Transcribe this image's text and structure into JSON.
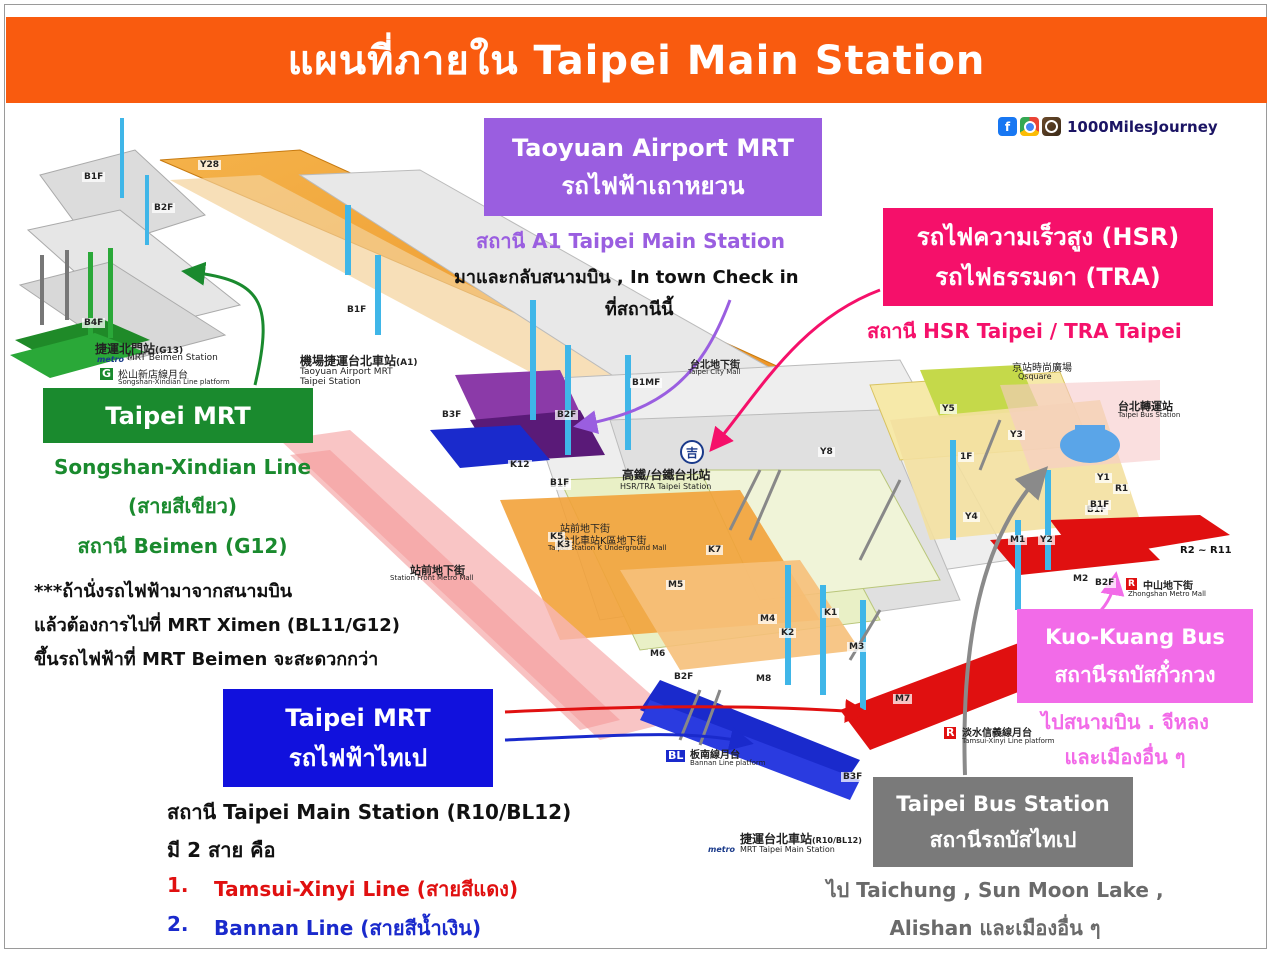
{
  "title": "แผนที่ภายใน Taipei Main Station",
  "brand": {
    "name": "1000MilesJourney",
    "icons": [
      "facebook-icon",
      "chrome-icon",
      "instagram-icon"
    ],
    "watermark": "1000MilesJourney"
  },
  "colors": {
    "title_bg": "#f95b0f",
    "airport_purple": "#9a5ee0",
    "hsr_pink": "#f5106a",
    "mrt_green": "#1a8a2e",
    "mrt_blue": "#1111dd",
    "bus_pink": "#f26be8",
    "bus_gray": "#7a7a7a",
    "red_line": "#e01010",
    "blue_line": "#1a2acc"
  },
  "airport": {
    "label_en": "Taoyuan Airport MRT",
    "label_th": "รถไฟฟ้าเถาหยวน",
    "station": "สถานี A1 Taipei Main Station",
    "note_1": "มาและกลับสนามบิน , In town Check in",
    "note_2": "ที่สถานีนี้"
  },
  "hsr": {
    "label_1": "รถไฟความเร็วสูง (HSR)",
    "label_2": "รถไฟธรรมดา (TRA)",
    "station": "สถานี HSR Taipei / TRA Taipei"
  },
  "green_mrt": {
    "label": "Taipei MRT",
    "line": "Songshan-Xindian Line",
    "line_th": "(สายสีเขียว)",
    "station": "สถานี Beimen (G12)",
    "tip_1": "***ถ้านั่งรถไฟฟ้ามาจากสนามบิน",
    "tip_2": "แล้วต้องการไปที่ MRT Ximen (BL11/G12)",
    "tip_3": "ขึ้นรถไฟฟ้าที่ MRT Beimen จะสะดวกกว่า"
  },
  "blue_mrt": {
    "label_en": "Taipei MRT",
    "label_th": "รถไฟฟ้าไทเป",
    "station": "สถานี Taipei Main Station (R10/BL12)",
    "lines_intro": "มี 2 สาย คือ",
    "line1_num": "1.",
    "line1": "Tamsui-Xinyi Line (สายสีแดง)",
    "line2_num": "2.",
    "line2": "Bannan Line (สายสีน้ำเงิน)"
  },
  "kuokuang": {
    "label_en": "Kuo-Kuang Bus",
    "label_th": "สถานีรถบัสกั๋วกวง",
    "dest_1": "ไปสนามบิน . จีหลง",
    "dest_2": "และเมืองอื่น ๆ"
  },
  "bus_station": {
    "label_en": "Taipei Bus Station",
    "label_th": "สถานีรถบัสไทเป",
    "dest_1": "ไป Taichung , Sun Moon Lake ,",
    "dest_2": "Alishan และเมืองอื่น ๆ"
  },
  "map": {
    "beimen_zh": "捷運北門站",
    "beimen_code": "(G13)",
    "beimen_en": "MRT Beimen Station",
    "songshan_zh": "松山新店線月台",
    "songshan_en": "Songshan-Xindian Line platform",
    "a1_zh": "機場捷運台北車站",
    "a1_code": "(A1)",
    "a1_en": "Taoyuan Airport MRT",
    "a1_en2": "Taipei Station",
    "citymall_zh": "台北地下街",
    "citymall_en": "Taipei City Mall",
    "hsr_zh": "高鐵/台鐵台北站",
    "hsr_en": "HSR/TRA Taipei Station",
    "qsquare_zh": "京站時尚廣場",
    "qsquare_en": "Qsquare",
    "busstn_zh": "台北轉運站",
    "busstn_en": "Taipei Bus Station",
    "kmall_zh": "站前地下街",
    "kmall_zh2": "台北車站K區地下街",
    "kmall_en": "Taipei Station K Underground Mall",
    "frontmall_zh": "站前地下街",
    "frontmall_en": "Station Front Metro Mall",
    "zhongshan_zh": "中山地下街",
    "zhongshan_en": "Zhongshan Metro Mall",
    "tamsui_zh": "淡水信義線月台",
    "tamsui_en": "Tamsui-Xinyi Line platform",
    "bannan_zh": "板南線月台",
    "bannan_en": "Bannan Line platform",
    "r10_zh": "捷運台北車站",
    "r10_code": "(R10/BL12)",
    "r10_en": "MRT Taipei Main Station",
    "metro": "metro",
    "g_badge": "G",
    "r_badge": "R",
    "bl_badge": "BL",
    "r_range": "R2 ~ R11",
    "labels": [
      "Y28",
      "B1F",
      "B2F",
      "B4F",
      "B3F",
      "B1F",
      "B1F",
      "B1MF",
      "B2F",
      "K12",
      "B1F",
      "Y8",
      "Y5",
      "Y3",
      "Y1",
      "R1",
      "1F",
      "B1F",
      "Y4",
      "M1",
      "Y2",
      "B1F",
      "M2",
      "B2F",
      "K5",
      "K7",
      "M5",
      "M4",
      "K1",
      "K2",
      "M3",
      "M6",
      "B2F",
      "M8",
      "M7",
      "B3F",
      "K3"
    ]
  }
}
